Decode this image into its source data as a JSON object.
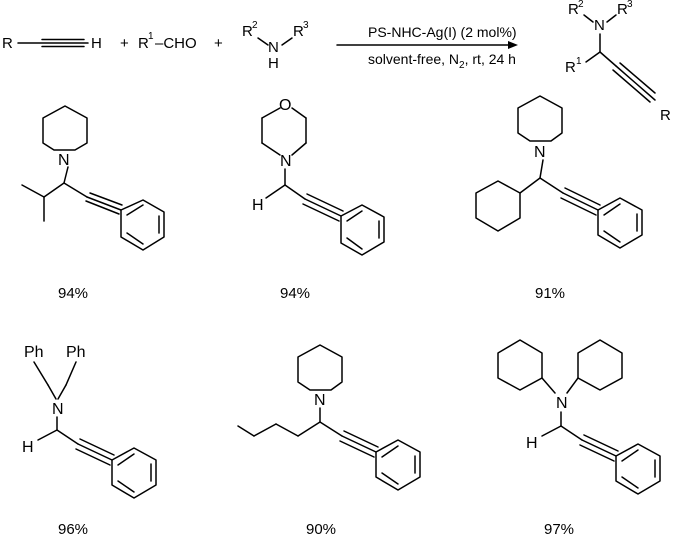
{
  "reaction": {
    "alkyne": {
      "r": "R",
      "h": "H"
    },
    "plus": "+",
    "aldehyde": {
      "r": "R",
      "sup": "1",
      "rest": "–CHO"
    },
    "amine": {
      "r2": "R",
      "sup2": "2",
      "n": "N",
      "h": "H",
      "r3": "R",
      "sup3": "3"
    },
    "conditions_top": "PS-NHC-Ag(I) (2 mol%)",
    "conditions_bottom_pre": "solvent-free, N",
    "conditions_bottom_sub": "2",
    "conditions_bottom_post": ", rt, 24 h",
    "product": {
      "r2": "R",
      "sup2": "2",
      "n": "N",
      "r3": "R",
      "sup3": "3",
      "r1": "R",
      "sup1": "1",
      "r": "R"
    }
  },
  "compounds": [
    {
      "name": "piperidine-isopropyl",
      "yield": "94%",
      "n": "N"
    },
    {
      "name": "morpholine-h",
      "yield": "94%",
      "n": "N",
      "o": "O",
      "h": "H"
    },
    {
      "name": "piperidine-cyclohexyl",
      "yield": "91%",
      "n": "N"
    },
    {
      "name": "dibenzylamine-h",
      "yield": "96%",
      "n": "N",
      "h": "H",
      "ph1": "Ph",
      "ph2": "Ph"
    },
    {
      "name": "piperidine-propyl",
      "yield": "90%",
      "n": "N"
    },
    {
      "name": "dicyclohexylamine-h",
      "yield": "97%",
      "n": "N",
      "h": "H"
    }
  ]
}
